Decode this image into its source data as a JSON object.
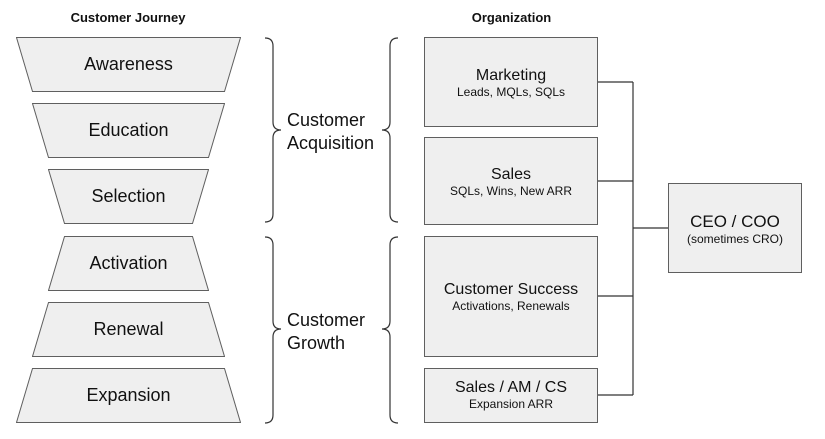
{
  "headings": {
    "journey": "Customer Journey",
    "organization": "Organization"
  },
  "stages": [
    {
      "label": "Awareness"
    },
    {
      "label": "Education"
    },
    {
      "label": "Selection"
    },
    {
      "label": "Activation"
    },
    {
      "label": "Renewal"
    },
    {
      "label": "Expansion"
    }
  ],
  "groups": {
    "acquisition": {
      "line1": "Customer",
      "line2": "Acquisition"
    },
    "growth": {
      "line1": "Customer",
      "line2": "Growth"
    }
  },
  "org": {
    "marketing": {
      "title": "Marketing",
      "sub": "Leads, MQLs, SQLs"
    },
    "sales": {
      "title": "Sales",
      "sub": "SQLs, Wins, New ARR"
    },
    "cs": {
      "title": "Customer Success",
      "sub": "Activations, Renewals"
    },
    "am": {
      "title": "Sales / AM / CS",
      "sub": "Expansion ARR"
    }
  },
  "ceo": {
    "title": "CEO / COO",
    "sub": "(sometimes CRO)"
  },
  "colors": {
    "box_fill": "#efefef",
    "box_stroke": "#5f5f5f",
    "line": "#333333"
  }
}
